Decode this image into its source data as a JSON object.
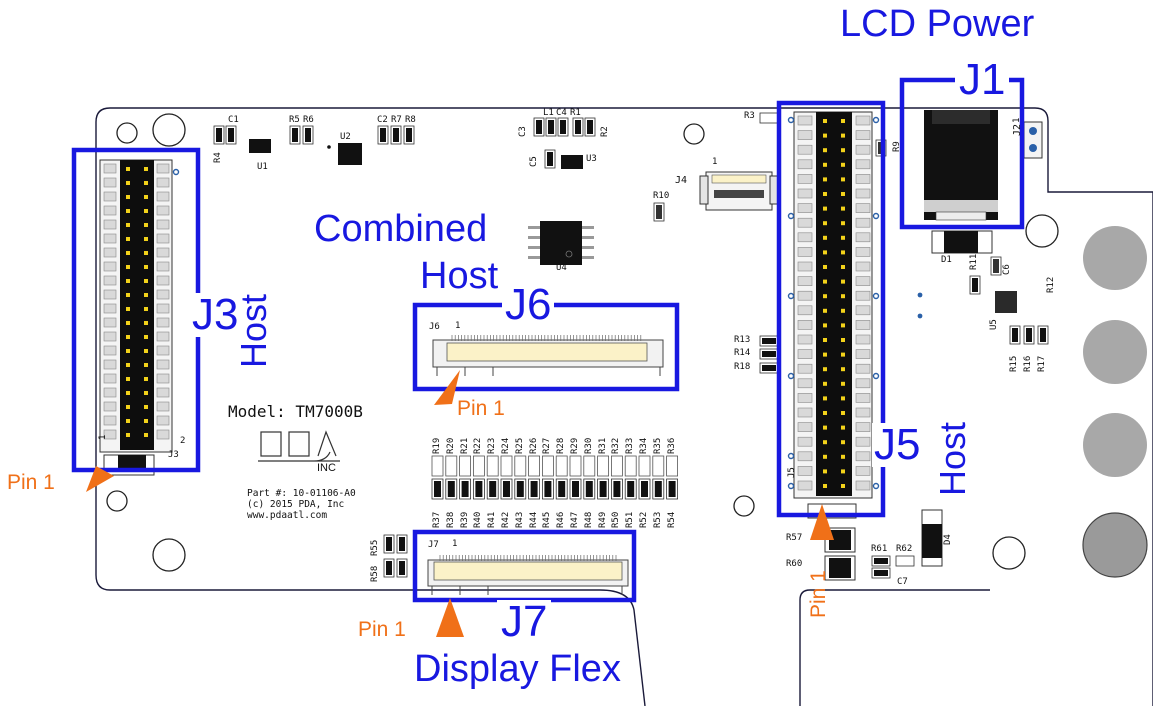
{
  "callouts": {
    "lcd_power": "LCD Power",
    "j1": "J1",
    "combined": "Combined",
    "host": "Host",
    "j6": "J6",
    "j3": "J3",
    "j3_host": "Host",
    "j5": "J5",
    "j5_host": "Host",
    "j7": "J7",
    "display_flex": "Display Flex"
  },
  "pin_labels": {
    "j3": "Pin 1",
    "j6": "Pin 1",
    "j7": "Pin 1",
    "j5": "Pin 1"
  },
  "board_text": {
    "model": "Model:  TM7000B",
    "logo_letters": "PDA",
    "logo_inc": "INC",
    "part_line1": "Part #: 10-01106-A0",
    "part_line2": "(c) 2015 PDA, Inc",
    "part_line3": "www.pdaatl.com"
  },
  "silkscreen": {
    "top_left": [
      "C1",
      "R4",
      "U1",
      "R5",
      "R6",
      "U2",
      "C2",
      "R7",
      "R8"
    ],
    "top_mid": [
      "L1",
      "C4",
      "R1",
      "C3",
      "R2",
      "C5",
      "U3",
      "U4",
      "R3",
      "R10",
      "J4"
    ],
    "right": [
      "J2",
      "R9",
      "D1",
      "C6",
      "R11",
      "R12",
      "U5",
      "R15",
      "R16",
      "R17",
      "R13",
      "R14",
      "R18",
      "D4",
      "R57",
      "R60",
      "R61",
      "R62",
      "C7"
    ],
    "connectors": [
      "J3",
      "J5",
      "J6",
      "J7"
    ],
    "bottom_left": [
      "R55",
      "R58"
    ],
    "resistor_top_row": [
      "R19",
      "R20",
      "R21",
      "R22",
      "R23",
      "R24",
      "R25",
      "R26",
      "R27",
      "R28",
      "R29",
      "R30",
      "R31",
      "R32",
      "R33",
      "R34",
      "R35",
      "R36"
    ],
    "resistor_bottom_row": [
      "R37",
      "R38",
      "R39",
      "R40",
      "R41",
      "R42",
      "R43",
      "R44",
      "R45",
      "R46",
      "R47",
      "R48",
      "R49",
      "R50",
      "R51",
      "R52",
      "R53",
      "R54"
    ],
    "pin_numbers": [
      "1",
      "2",
      "1",
      "1",
      "1",
      "1"
    ]
  },
  "colors": {
    "callout_blue": "#1818e0",
    "pin_orange": "#f07018",
    "board_outline": "#1a1a3a",
    "header_black": "#0d0d0d",
    "pin_yellow": "#f2d21a",
    "flex_cream": "#fbf2c8",
    "button_gray": "#a8a8a8"
  }
}
